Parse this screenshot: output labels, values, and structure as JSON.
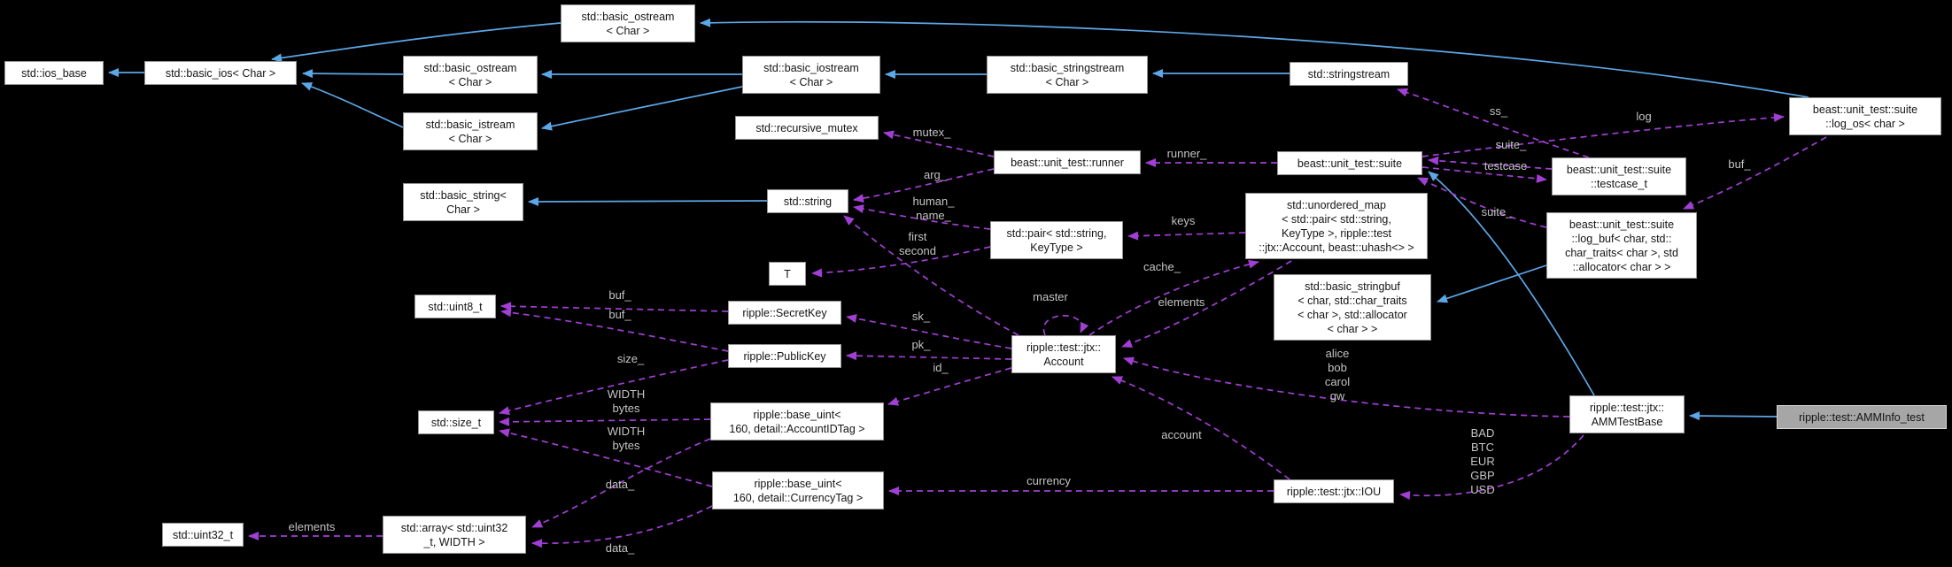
{
  "colors": {
    "background": "#000000",
    "inheritance_edge": "#5ca7e8",
    "usage_edge": "#a13fd4",
    "edge_label": "#c4c4c4",
    "node_bg": "#ffffff",
    "node_border": "#949494",
    "node_text": "#141414",
    "highlight_bg": "#a6a6a6",
    "highlight_border": "#d6d6d6"
  },
  "nodes": [
    {
      "label": "std::ios_base"
    },
    {
      "label": "std::basic_ios< Char >"
    },
    {
      "label": "std::basic_ostream\n< Char >"
    },
    {
      "label": "std::basic_ostream\n< Char >"
    },
    {
      "label": "std::basic_istream\n< Char >"
    },
    {
      "label": "std::basic_iostream\n< Char >"
    },
    {
      "label": "std::basic_stringstream\n< Char >"
    },
    {
      "label": "std::stringstream"
    },
    {
      "label": "std::recursive_mutex"
    },
    {
      "label": "beast::unit_test::runner"
    },
    {
      "label": "beast::unit_test::suite"
    },
    {
      "label": "beast::unit_test::suite\n::testcase_t"
    },
    {
      "label": "beast::unit_test::suite\n::log_os< char >"
    },
    {
      "label": "beast::unit_test::suite\n::log_buf< char, std::\nchar_traits< char >, std\n::allocator< char > >"
    },
    {
      "label": "std::basic_string<\nChar >"
    },
    {
      "label": "std::string"
    },
    {
      "label": "std::pair< std::string,\nKeyType >"
    },
    {
      "label": "std::unordered_map\n< std::pair< std::string,\nKeyType >, ripple::test\n::jtx::Account, beast::uhash<> >"
    },
    {
      "label": "std::basic_stringbuf\n< char, std::char_traits\n< char >, std::allocator\n< char > >"
    },
    {
      "label": "T"
    },
    {
      "label": "ripple::SecretKey"
    },
    {
      "label": "ripple::PublicKey"
    },
    {
      "label": "ripple::test::jtx::\nAccount"
    },
    {
      "label": "std::uint8_t"
    },
    {
      "label": "std::size_t"
    },
    {
      "label": "ripple::base_uint<\n160, detail::AccountIDTag >"
    },
    {
      "label": "ripple::base_uint<\n160, detail::CurrencyTag >"
    },
    {
      "label": "std::uint32_t"
    },
    {
      "label": "std::array< std::uint32\n_t, WIDTH >"
    },
    {
      "label": "ripple::test::jtx::IOU"
    },
    {
      "label": "ripple::test::jtx::\nAMMTestBase"
    },
    {
      "label": "ripple::test::AMMInfo_test"
    }
  ],
  "edge_labels": {
    "mutex": "mutex_",
    "arg": "arg_",
    "runner": "runner_",
    "log": "log",
    "ss": "ss_",
    "suite_from_testcase": "suite_",
    "testcase": "testcase",
    "suite_from_logbuf": "suite_",
    "buf_logos": "buf_",
    "human_name": "human_\nname_",
    "first_second": "first\nsecond",
    "keys": "keys",
    "cache": "cache_",
    "elements_map": "elements",
    "master": "master",
    "sk": "sk_",
    "pk": "pk_",
    "id": "id_",
    "buf_secret": "buf_",
    "buf_public": "buf_",
    "size": "size_",
    "width_bytes_account": "WIDTH\nbytes",
    "width_bytes_currency": "WIDTH\nbytes",
    "data_account": "data_",
    "data_currency": "data_",
    "elements_array": "elements",
    "currency": "currency",
    "account": "account",
    "amm_accounts": "alice\nbob\ncarol\ngw",
    "amm_ious": "BAD\nBTC\nEUR\nGBP\nUSD"
  }
}
